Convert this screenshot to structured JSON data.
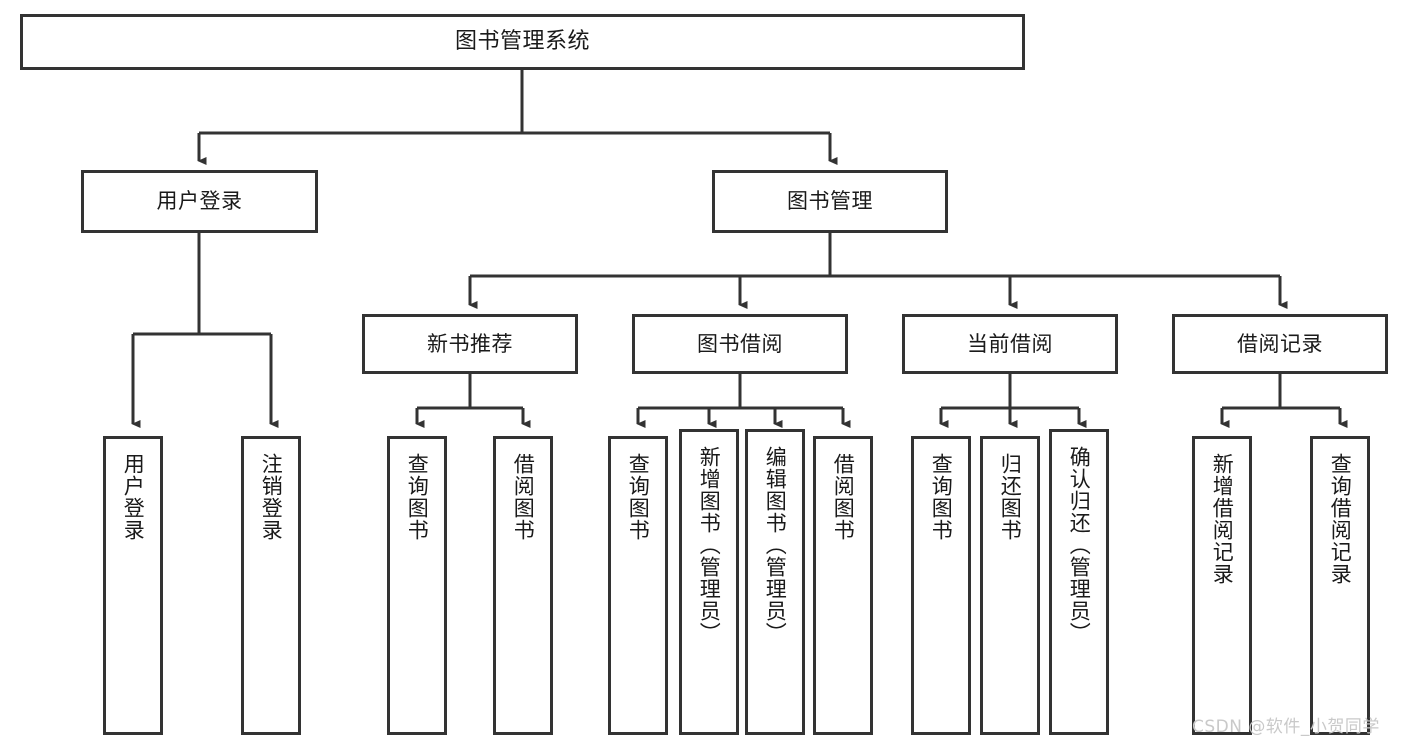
{
  "diagram": {
    "title": "图书管理系统",
    "type": "hierarchy-tree",
    "root": {
      "id": "root",
      "label": "图书管理系统"
    },
    "level2": [
      {
        "id": "user-login",
        "label": "用户登录"
      },
      {
        "id": "book-manage",
        "label": "图书管理"
      }
    ],
    "level3": [
      {
        "id": "new-book-rec",
        "label": "新书推荐"
      },
      {
        "id": "book-borrow",
        "label": "图书借阅"
      },
      {
        "id": "current-borrow",
        "label": "当前借阅"
      },
      {
        "id": "borrow-record",
        "label": "借阅记录"
      }
    ],
    "leaves": {
      "user_login": [
        {
          "id": "leaf-user-login",
          "label": "用户登录"
        },
        {
          "id": "leaf-logout-login",
          "label": "注销登录"
        }
      ],
      "new_book_rec": [
        {
          "id": "leaf-query-book-1",
          "label": "查询图书"
        },
        {
          "id": "leaf-borrow-book-1",
          "label": "借阅图书"
        }
      ],
      "book_borrow": [
        {
          "id": "leaf-query-book-2",
          "label": "查询图书"
        },
        {
          "id": "leaf-add-book",
          "label": "新增图书（管理员）"
        },
        {
          "id": "leaf-edit-book",
          "label": "编辑图书（管理员）"
        },
        {
          "id": "leaf-borrow-book-2",
          "label": "借阅图书"
        }
      ],
      "current_borrow": [
        {
          "id": "leaf-query-book-3",
          "label": "查询图书"
        },
        {
          "id": "leaf-return-book",
          "label": "归还图书"
        },
        {
          "id": "leaf-confirm-return",
          "label": "确认归还（管理员）"
        }
      ],
      "borrow_record": [
        {
          "id": "leaf-add-record",
          "label": "新增借阅记录"
        },
        {
          "id": "leaf-query-record",
          "label": "查询借阅记录"
        }
      ]
    },
    "colors": {
      "border": "#333333",
      "text": "#1a1a1a",
      "background": "#ffffff",
      "connector": "#333333",
      "watermark": "#c9c9c9"
    }
  },
  "watermark": {
    "text": "CSDN @软件_小贺同学"
  }
}
